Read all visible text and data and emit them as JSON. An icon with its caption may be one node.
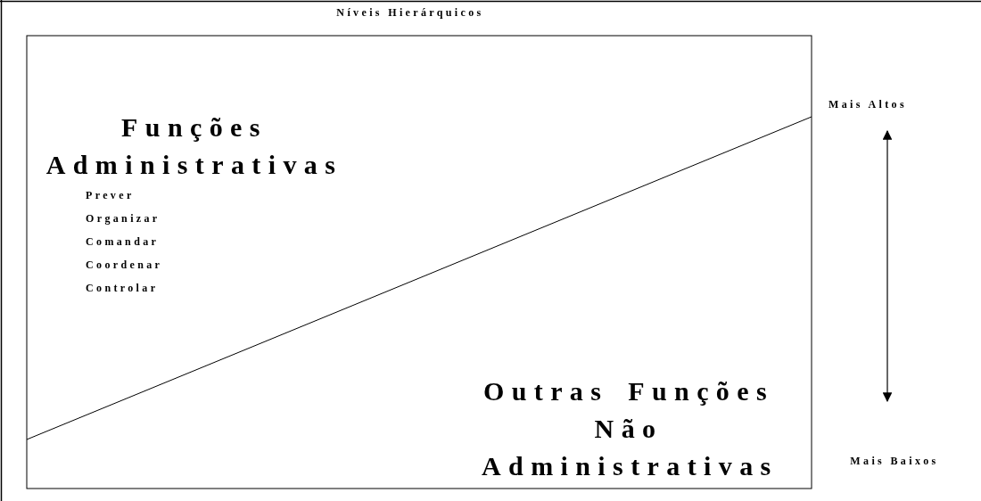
{
  "diagram": {
    "title": "Níveis Hierárquicos",
    "nodes": [
      {
        "text": [
          "Funções Administrativas",
          "Prever",
          "Organizar",
          "Comandar",
          "Coordenar",
          "Controlar"
        ]
      },
      {
        "text": [
          "Outras Funções Não Administrativas"
        ]
      },
      {
        "text": [
          "Mais Altos"
        ]
      },
      {
        "text": [
          "Mais Baixos"
        ]
      }
    ],
    "edges": [
      {
        "from": 2,
        "to": 3,
        "arrow": "both"
      }
    ]
  }
}
